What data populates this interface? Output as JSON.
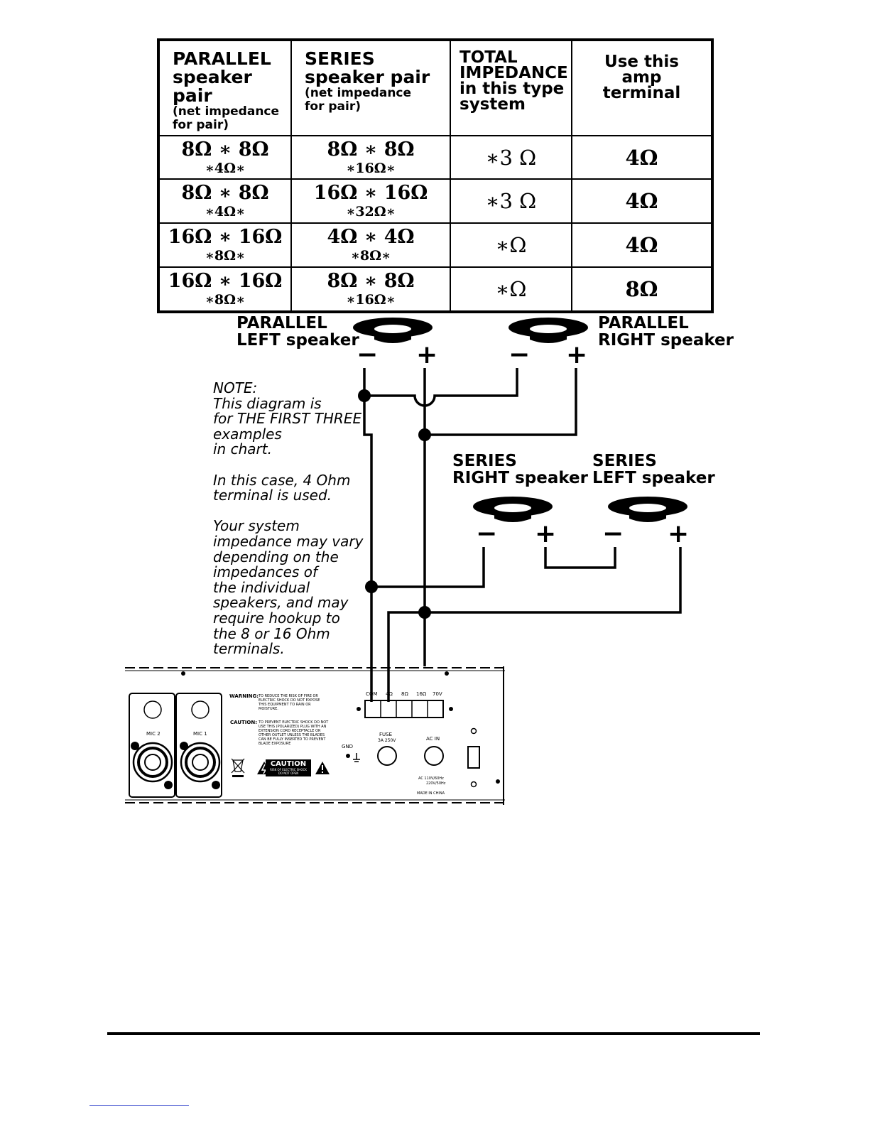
{
  "table": {
    "headers": [
      {
        "title": "PARALLEL",
        "sub": "speaker pair",
        "note1": "(net impedance",
        "note2": "for pair)"
      },
      {
        "title": "SERIES",
        "sub": "speaker pair",
        "note1": "(net impedance",
        "note2": "for pair)"
      },
      {
        "line1": "TOTAL",
        "line2": "IMPEDANCE",
        "line3": "in this type",
        "line4": "system"
      },
      {
        "line1": "Use this",
        "line2": "amp",
        "line3": "terminal"
      }
    ],
    "rows": [
      {
        "parallel_pair": "8Ω ∗ 8Ω",
        "parallel_net": "∗4Ω∗",
        "series_pair": "8Ω ∗ 8Ω",
        "series_net": "∗16Ω∗",
        "total": "∗3 Ω",
        "terminal": "4Ω"
      },
      {
        "parallel_pair": "8Ω ∗ 8Ω",
        "parallel_net": "∗4Ω∗",
        "series_pair": "16Ω ∗ 16Ω",
        "series_net": "∗32Ω∗",
        "total": "∗3 Ω",
        "terminal": "4Ω"
      },
      {
        "parallel_pair": "16Ω ∗ 16Ω",
        "parallel_net": "∗8Ω∗",
        "series_pair": "4Ω ∗ 4Ω",
        "series_net": "∗8Ω∗",
        "total": "∗Ω",
        "terminal": "4Ω"
      },
      {
        "parallel_pair": "16Ω ∗ 16Ω",
        "parallel_net": "∗8Ω∗",
        "series_pair": "8Ω ∗ 8Ω",
        "series_net": "∗16Ω∗",
        "total": "∗Ω",
        "terminal": "8Ω"
      }
    ]
  },
  "speakers": {
    "parallel_left": {
      "line1": "PARALLEL",
      "line2": "LEFT speaker"
    },
    "parallel_right": {
      "line1": "PARALLEL",
      "line2": "RIGHT speaker"
    },
    "series_right": {
      "line1": "SERIES",
      "line2": "RIGHT speaker"
    },
    "series_left": {
      "line1": "SERIES",
      "line2": "LEFT speaker"
    },
    "minus": "−",
    "plus": "+"
  },
  "note": {
    "p1": "NOTE:\nThis diagram is\nfor THE FIRST THREE\nexamples\nin chart.",
    "p2": "In this case, 4 Ohm\nterminal is used.",
    "p3": "Your system\nimpedance may vary\ndepending on the\nimpedances of\nthe individual\nspeakers, and may\nrequire hookup to\nthe 8 or 16 Ohm\nterminals."
  },
  "amp": {
    "mic2": "MIC 2",
    "mic1": "MIC 1",
    "warning_label": "WARNING:",
    "warning_text": "TO REDUCE THE RISK OF FIRE OR\nELECTRIC SHOCK DO NOT EXPOSE\nTHIS EQUIPMENT TO RAIN OR\nMOISTURE.",
    "caution_label": "CAUTION:",
    "caution_text": "TO PREVENT ELECTRIC SHOCK DO NOT\nUSE THIS (POLARIZED) PLUG WITH AN\nEXTENSION CORD RECEPTACLE OR\nOTHER OUTLET UNLESS THE BLADES\nCAN BE FULLY INSERTED TO PREVENT\nBLADE EXPOSURE",
    "caution_badge": "CAUTION",
    "caution_badge_sub1": "RISK OF ELECTRIC SHOCK",
    "caution_badge_sub2": "DO NOT OPEN",
    "terminals": [
      "COM",
      "4Ω",
      "8Ω",
      "16Ω",
      "70V"
    ],
    "gnd": "GND",
    "fuse": "FUSE",
    "fuse_rating": "3A 250V",
    "ac_in": "AC IN",
    "ac_rating1": "AC 110V/60Hz",
    "ac_rating2": "220V/50Hz",
    "made_in": "MADE IN CHINA"
  }
}
